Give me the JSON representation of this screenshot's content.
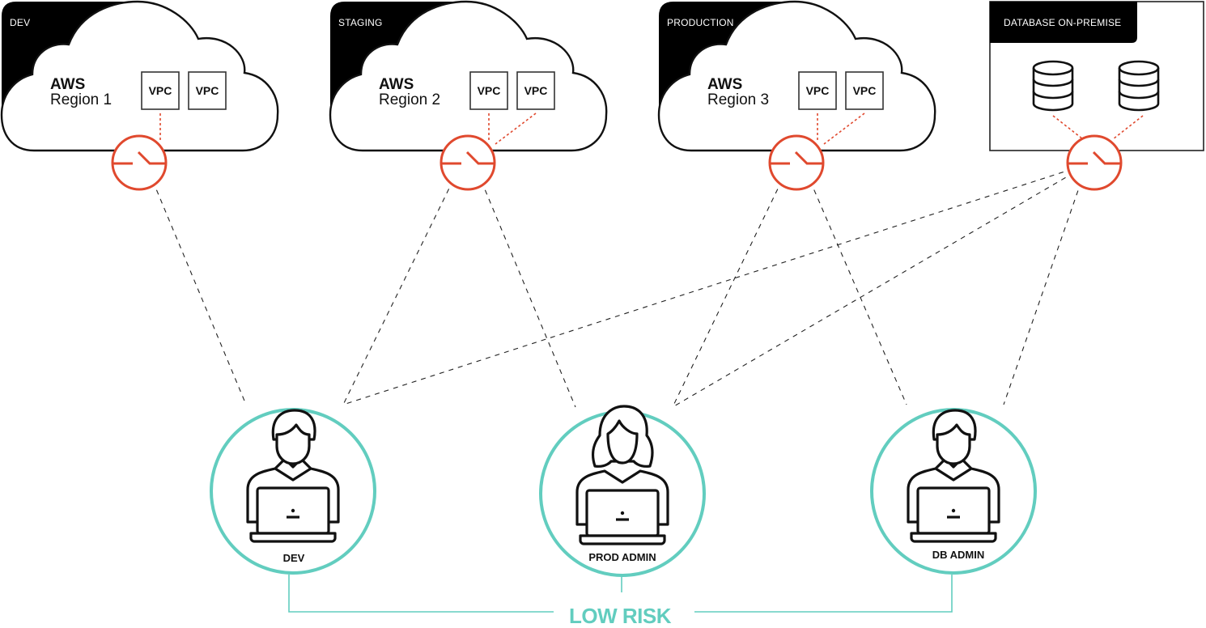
{
  "colors": {
    "gateway": "#e0492e",
    "user_ring": "#62cdbf",
    "outline": "#111111",
    "label_bg": "#000000",
    "connector": "#222222"
  },
  "environments": [
    {
      "id": "dev",
      "label": "DEV",
      "provider": "AWS",
      "region": "Region 1",
      "vpcs": [
        "VPC",
        "VPC"
      ],
      "icon": "cloud-icon"
    },
    {
      "id": "staging",
      "label": "STAGING",
      "provider": "AWS",
      "region": "Region 2",
      "vpcs": [
        "VPC",
        "VPC"
      ],
      "icon": "cloud-icon"
    },
    {
      "id": "production",
      "label": "PRODUCTION",
      "provider": "AWS",
      "region": "Region 3",
      "vpcs": [
        "VPC",
        "VPC"
      ],
      "icon": "cloud-icon"
    },
    {
      "id": "database",
      "label": "DATABASE ON-PREMISE",
      "databases": [
        "database-icon",
        "database-icon"
      ],
      "icon": "server-box-icon"
    }
  ],
  "gateways": [
    {
      "env": "dev",
      "icon": "gateway-switch-icon"
    },
    {
      "env": "staging",
      "icon": "gateway-switch-icon"
    },
    {
      "env": "production",
      "icon": "gateway-switch-icon"
    },
    {
      "env": "database",
      "icon": "gateway-switch-icon"
    }
  ],
  "users": [
    {
      "id": "dev",
      "label": "DEV",
      "icon": "male-user-laptop-icon",
      "access": [
        "dev",
        "staging",
        "database"
      ]
    },
    {
      "id": "prod_admin",
      "label": "PROD ADMIN",
      "icon": "female-user-laptop-icon",
      "access": [
        "staging",
        "production",
        "database"
      ]
    },
    {
      "id": "db_admin",
      "label": "DB ADMIN",
      "icon": "male-user-laptop-icon",
      "access": [
        "production",
        "database"
      ]
    }
  ],
  "risk_group": {
    "label": "LOW RISK",
    "members": [
      "dev",
      "prod_admin",
      "db_admin"
    ]
  }
}
